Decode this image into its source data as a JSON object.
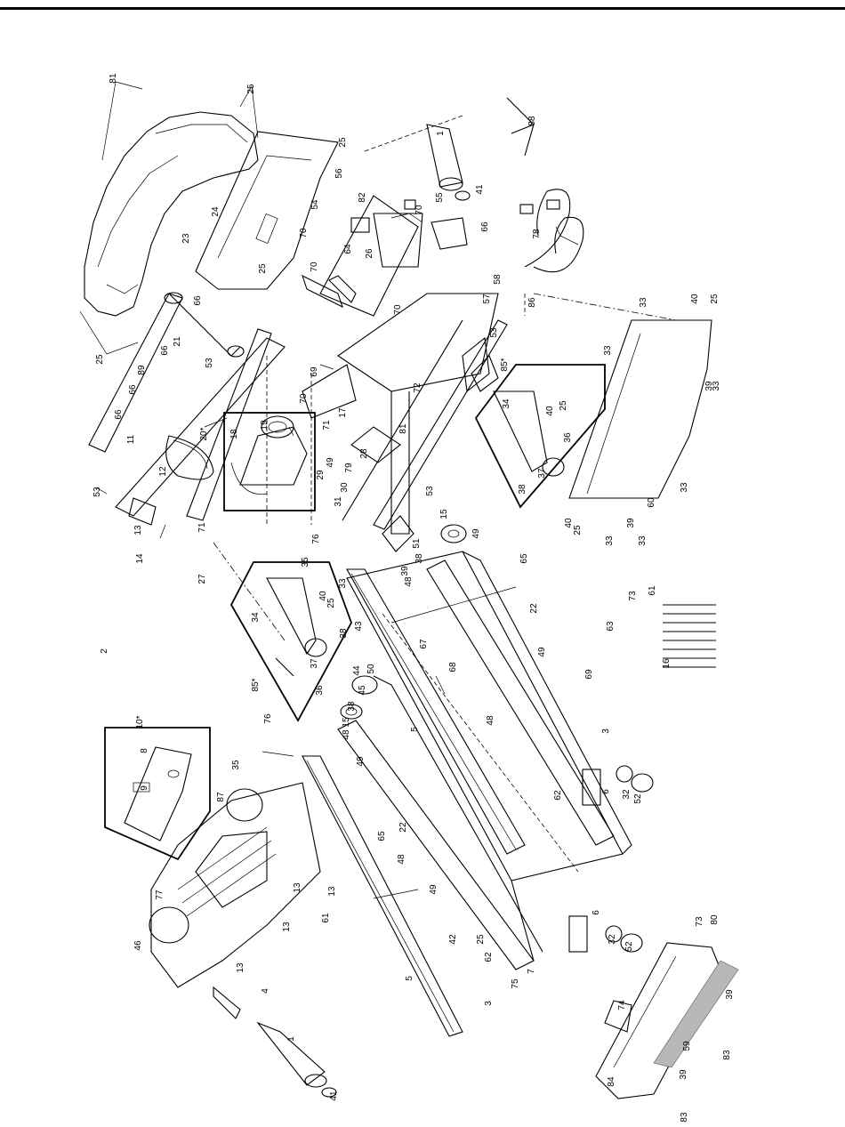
{
  "diagram": {
    "callouts": [
      {
        "id": "c81",
        "text": "81"
      },
      {
        "id": "c25a",
        "text": "25"
      },
      {
        "id": "c1a",
        "text": "1"
      },
      {
        "id": "c25b",
        "text": "25"
      },
      {
        "id": "c56",
        "text": "56"
      },
      {
        "id": "c54",
        "text": "54"
      },
      {
        "id": "c24",
        "text": "24"
      },
      {
        "id": "c23",
        "text": "23"
      },
      {
        "id": "c70a",
        "text": "70"
      },
      {
        "id": "c25c",
        "text": "25"
      },
      {
        "id": "c66a",
        "text": "66"
      },
      {
        "id": "c25d",
        "text": "25"
      },
      {
        "id": "c21",
        "text": "21"
      },
      {
        "id": "c53a",
        "text": "53"
      },
      {
        "id": "c66b",
        "text": "66"
      },
      {
        "id": "c89",
        "text": "89"
      },
      {
        "id": "c66c",
        "text": "66"
      },
      {
        "id": "c66d",
        "text": "66"
      },
      {
        "id": "c11",
        "text": "11"
      },
      {
        "id": "c12",
        "text": "12"
      },
      {
        "id": "c20",
        "text": "20*"
      },
      {
        "id": "c18",
        "text": "18"
      },
      {
        "id": "c19",
        "text": "19"
      },
      {
        "id": "c53b",
        "text": "53"
      },
      {
        "id": "c13a",
        "text": "13"
      },
      {
        "id": "c14",
        "text": "14"
      },
      {
        "id": "c27",
        "text": "27"
      },
      {
        "id": "c71a",
        "text": "71"
      },
      {
        "id": "c88",
        "text": "88"
      },
      {
        "id": "c41a",
        "text": "41"
      },
      {
        "id": "c55",
        "text": "55"
      },
      {
        "id": "c82",
        "text": "82"
      },
      {
        "id": "c70b",
        "text": "70"
      },
      {
        "id": "c66e",
        "text": "66"
      },
      {
        "id": "c64",
        "text": "64"
      },
      {
        "id": "c26",
        "text": "26"
      },
      {
        "id": "c58",
        "text": "58"
      },
      {
        "id": "c57",
        "text": "57"
      },
      {
        "id": "c78",
        "text": "78"
      },
      {
        "id": "c86",
        "text": "86"
      },
      {
        "id": "c70c",
        "text": "70"
      },
      {
        "id": "c70d",
        "text": "70"
      },
      {
        "id": "c53c",
        "text": "53"
      },
      {
        "id": "c69a",
        "text": "69"
      },
      {
        "id": "c70e",
        "text": "70"
      },
      {
        "id": "c17",
        "text": "17"
      },
      {
        "id": "c72",
        "text": "72"
      },
      {
        "id": "c71b",
        "text": "71"
      },
      {
        "id": "c28",
        "text": "28"
      },
      {
        "id": "c81b",
        "text": "81"
      },
      {
        "id": "c49a",
        "text": "49"
      },
      {
        "id": "c29",
        "text": "29"
      },
      {
        "id": "c79",
        "text": "79"
      },
      {
        "id": "c30",
        "text": "30"
      },
      {
        "id": "c31",
        "text": "31"
      },
      {
        "id": "c53d",
        "text": "53"
      },
      {
        "id": "c15a",
        "text": "15"
      },
      {
        "id": "c49b",
        "text": "49"
      },
      {
        "id": "c33a",
        "text": "33"
      },
      {
        "id": "c40a",
        "text": "40"
      },
      {
        "id": "c25e",
        "text": "25"
      },
      {
        "id": "c33b",
        "text": "33"
      },
      {
        "id": "c85a",
        "text": "85*"
      },
      {
        "id": "c34a",
        "text": "34"
      },
      {
        "id": "c40b",
        "text": "40"
      },
      {
        "id": "c25f",
        "text": "25"
      },
      {
        "id": "c36a",
        "text": "36"
      },
      {
        "id": "c37a",
        "text": "37"
      },
      {
        "id": "c38a",
        "text": "38"
      },
      {
        "id": "c39a",
        "text": "39"
      },
      {
        "id": "c33c",
        "text": "33"
      },
      {
        "id": "c33d",
        "text": "33"
      },
      {
        "id": "c40c",
        "text": "40"
      },
      {
        "id": "c25g",
        "text": "25"
      },
      {
        "id": "c39b",
        "text": "39"
      },
      {
        "id": "c33e",
        "text": "33"
      },
      {
        "id": "c33f",
        "text": "33"
      },
      {
        "id": "c60",
        "text": "60"
      },
      {
        "id": "c51",
        "text": "51"
      },
      {
        "id": "c38b",
        "text": "38"
      },
      {
        "id": "c39c",
        "text": "39"
      },
      {
        "id": "c48a",
        "text": "48"
      },
      {
        "id": "c65a",
        "text": "65"
      },
      {
        "id": "c22a",
        "text": "22"
      },
      {
        "id": "c76a",
        "text": "76"
      },
      {
        "id": "c35a",
        "text": "35"
      },
      {
        "id": "c33g",
        "text": "33"
      },
      {
        "id": "c34b",
        "text": "34"
      },
      {
        "id": "c40d",
        "text": "40"
      },
      {
        "id": "c25h",
        "text": "25"
      },
      {
        "id": "c38c",
        "text": "38"
      },
      {
        "id": "c43",
        "text": "43"
      },
      {
        "id": "c67",
        "text": "67"
      },
      {
        "id": "c68",
        "text": "68"
      },
      {
        "id": "c37b",
        "text": "37"
      },
      {
        "id": "c36b",
        "text": "36"
      },
      {
        "id": "c85b",
        "text": "85*"
      },
      {
        "id": "c44",
        "text": "44"
      },
      {
        "id": "c50",
        "text": "50"
      },
      {
        "id": "c45",
        "text": "45"
      },
      {
        "id": "c38d",
        "text": "38"
      },
      {
        "id": "c15b",
        "text": "15"
      },
      {
        "id": "c48b",
        "text": "48"
      },
      {
        "id": "c49c",
        "text": "49"
      },
      {
        "id": "c2",
        "text": "2"
      },
      {
        "id": "c5a",
        "text": "5"
      },
      {
        "id": "c49d",
        "text": "49"
      },
      {
        "id": "c48c",
        "text": "48"
      },
      {
        "id": "c69b",
        "text": "69"
      },
      {
        "id": "c63",
        "text": "63"
      },
      {
        "id": "c73a",
        "text": "73"
      },
      {
        "id": "c61a",
        "text": "61"
      },
      {
        "id": "c16",
        "text": "16"
      },
      {
        "id": "c10",
        "text": "10*"
      },
      {
        "id": "c8",
        "text": "8"
      },
      {
        "id": "c9",
        "text": "9"
      },
      {
        "id": "c76b",
        "text": "76"
      },
      {
        "id": "c35b",
        "text": "35"
      },
      {
        "id": "c87",
        "text": "87"
      },
      {
        "id": "c3a",
        "text": "3"
      },
      {
        "id": "c6a",
        "text": "6"
      },
      {
        "id": "c32a",
        "text": "32"
      },
      {
        "id": "c52a",
        "text": "52"
      },
      {
        "id": "c62a",
        "text": "62"
      },
      {
        "id": "c65b",
        "text": "65"
      },
      {
        "id": "c22b",
        "text": "22"
      },
      {
        "id": "c48d",
        "text": "48"
      },
      {
        "id": "c49e",
        "text": "49"
      },
      {
        "id": "c77",
        "text": "77"
      },
      {
        "id": "c13b",
        "text": "13"
      },
      {
        "id": "c61b",
        "text": "61"
      },
      {
        "id": "c13c",
        "text": "13"
      },
      {
        "id": "c13d",
        "text": "13"
      },
      {
        "id": "c46",
        "text": "46"
      },
      {
        "id": "c13e",
        "text": "13"
      },
      {
        "id": "c4",
        "text": "4"
      },
      {
        "id": "c5b",
        "text": "5"
      },
      {
        "id": "c42",
        "text": "42"
      },
      {
        "id": "c25i",
        "text": "25"
      },
      {
        "id": "c62b",
        "text": "62"
      },
      {
        "id": "c3b",
        "text": "3"
      },
      {
        "id": "c75",
        "text": "75"
      },
      {
        "id": "c7",
        "text": "7"
      },
      {
        "id": "c6b",
        "text": "6"
      },
      {
        "id": "c32b",
        "text": "32"
      },
      {
        "id": "c52b",
        "text": "52"
      },
      {
        "id": "c73b",
        "text": "73"
      },
      {
        "id": "c80",
        "text": "80"
      },
      {
        "id": "c74",
        "text": "74"
      },
      {
        "id": "c39d",
        "text": "39"
      },
      {
        "id": "c59",
        "text": "59"
      },
      {
        "id": "c83a",
        "text": "83"
      },
      {
        "id": "c84",
        "text": "84"
      },
      {
        "id": "c39e",
        "text": "39"
      },
      {
        "id": "c83b",
        "text": "83"
      },
      {
        "id": "c1b",
        "text": "1"
      },
      {
        "id": "c41b",
        "text": "41"
      }
    ]
  }
}
